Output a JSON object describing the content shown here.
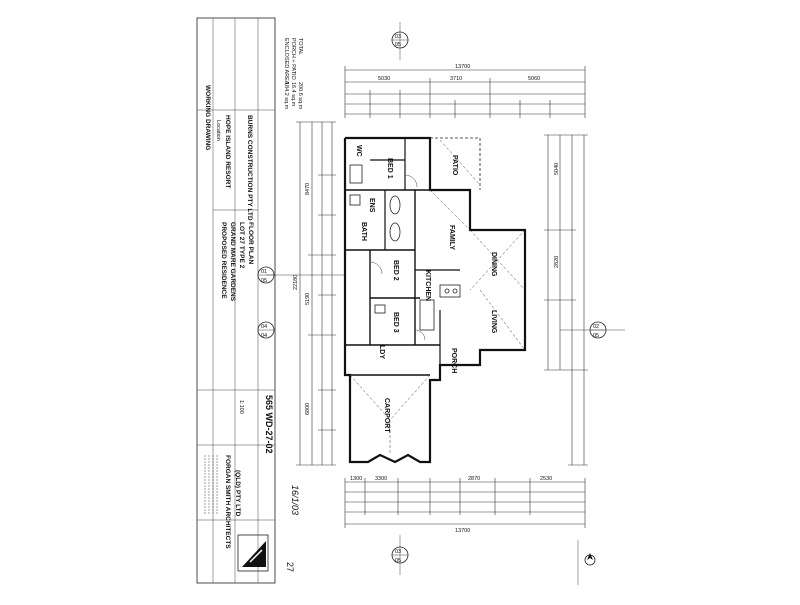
{
  "area_schedule": {
    "enclosed_label": "ENCLOSED AREA",
    "enclosed_value": "184.2 sq.m",
    "porch_label": "PORCH + PATIO",
    "porch_value": "16.4 sq.m",
    "total_label": "TOTAL",
    "total_value": "200.6 sq.m"
  },
  "rooms": {
    "wc": "WC",
    "bed1": "BED 1",
    "ens": "ENS",
    "bath": "BATH",
    "bed2": "BED 2",
    "bed3": "BED 3",
    "ldy": "LDY",
    "family": "FAMILY",
    "dining": "DINING",
    "kitchen": "KITCHEN",
    "living": "LIVING",
    "patio": "PATIO",
    "porch": "PORCH",
    "carport": "CARPORT"
  },
  "section_markers": {
    "a_top": "03",
    "a_bottom": "05",
    "b_top": "02",
    "b_bottom": "05",
    "c_top": "01",
    "c_bottom": "05",
    "d_top": "04",
    "d_bottom": "04",
    "e_top": "03",
    "e_bottom": "05"
  },
  "title_block": {
    "status": "WORKING DRAWING",
    "project_label": "Location",
    "project": "HOPE ISLAND RESORT",
    "client": "BURNS CONSTRUCTION PTY LTD",
    "drawing_title_1": "PROPOSED RESIDENCE",
    "drawing_title_2": "GRAND MARE GARDENS",
    "drawing_title_3": "LOT 27 TYPE 2",
    "drawing_title_4": "FLOOR PLAN",
    "scale": "1:100",
    "drawing_no": "565 WD-27-02",
    "architect_1": "FORGAN SMITH ARCHITECTS",
    "architect_2": "(QLD) PTY LTD",
    "page_number": "27",
    "handwritten": "16/1/03"
  },
  "dimensions": {
    "overall_top": "13700",
    "overall_bottom": "13700",
    "overall_side": "22180",
    "top_1": "5030",
    "top_2": "3710",
    "top_3": "5060",
    "bottom_1": "1300",
    "bottom_2": "3300",
    "bottom_3": "2870",
    "bottom_4": "2530",
    "side_1": "8470",
    "side_2": "5190",
    "side_3": "6800",
    "right_1": "5040",
    "right_2": "2820"
  },
  "colors": {
    "ink": "#111111",
    "paper": "#ffffff"
  }
}
